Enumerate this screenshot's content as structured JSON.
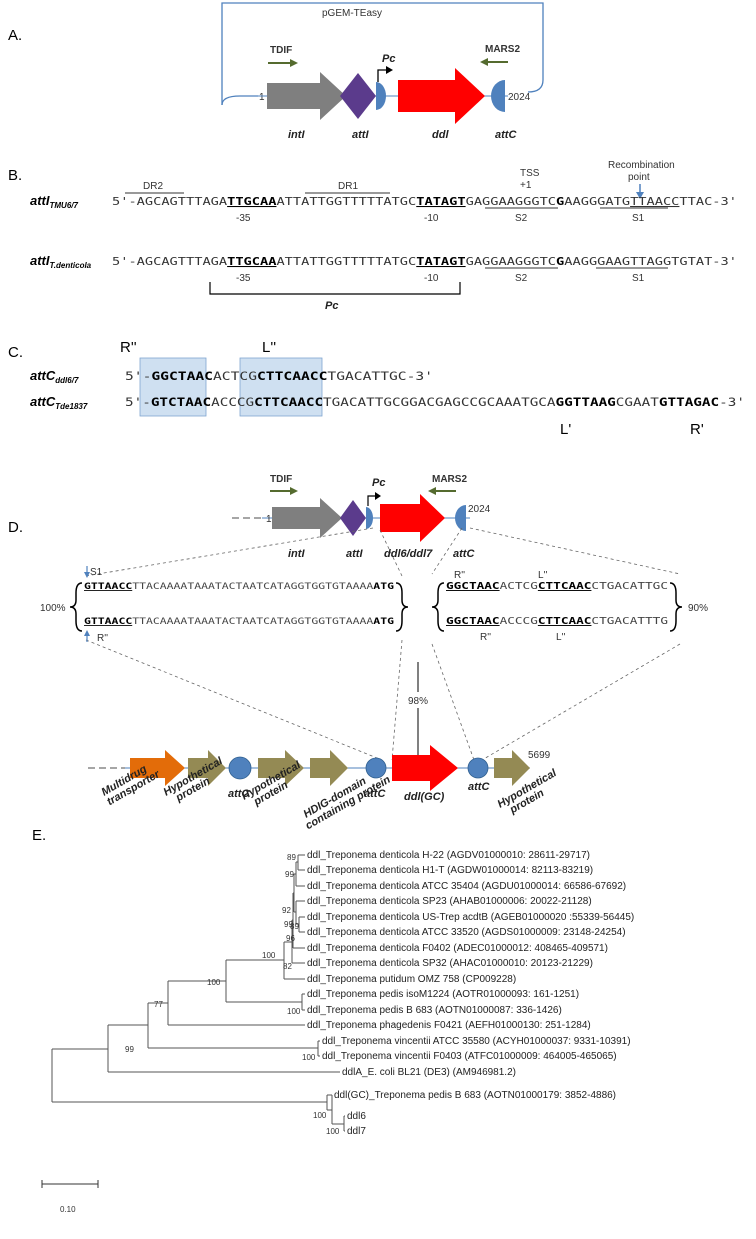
{
  "panels": {
    "a": "A.",
    "b": "B.",
    "c": "C.",
    "d": "D.",
    "e": "E."
  },
  "panel_a": {
    "vector": "pGEM-TEasy",
    "tdif": "TDIF",
    "pc": "Pc",
    "mars2": "MARS2",
    "pos_start": "1",
    "pos_end": "2024",
    "genes": [
      "intI",
      "attI",
      "ddl",
      "attC"
    ]
  },
  "panel_b": {
    "tss": "TSS",
    "plus1": "+1",
    "recomb1": "Recombination",
    "recomb2": "point",
    "dr2": "DR2",
    "dr1": "DR1",
    "seq1_name": "attI",
    "seq1_sub": "TMU6/7",
    "seq1": [
      "5'-AGCAGTTTAGA",
      "TTGCAA",
      "ATTATTGGTTTTTATGC",
      "TATAGT",
      "GAGGAAGGGTC",
      "G",
      "AAGGGATG",
      "TTAACC",
      "TTAC-3'"
    ],
    "seq2_name": "attI",
    "seq2_sub": "T.denticola",
    "seq2": [
      "5'-AGCAGTTTAGA",
      "TTGCAA",
      "ATTATTGGTTTTTATGC",
      "TATAGT",
      "GAGGAAGGGTC",
      "G",
      "AAGGGAAG",
      "TTAGGT",
      "GTAT-3'"
    ],
    "m35": "-35",
    "m10": "-10",
    "s2": "S2",
    "s1": "S1",
    "pc": "Pc"
  },
  "panel_c": {
    "r2": "R''",
    "l2": "L''",
    "seq1_name": "attC",
    "seq1_sub": "ddl6/7",
    "seq1": [
      "5'-",
      "GGCTAAC",
      "ACTCG",
      "CTTCAACC",
      "TGACATTGC-3'"
    ],
    "seq2_name": "attC",
    "seq2_sub": "Tde1837",
    "seq2": [
      "5'-",
      "GTCTAAC",
      "ACCCG",
      "CTTCAACC",
      "TGACATTGCGGACGAGCCGCAAATGCA",
      "GGTTAAG",
      "CGAAT",
      "GTTAGAC",
      "-3'"
    ],
    "l1": "L'",
    "r1": "R'"
  },
  "panel_d": {
    "tdif": "TDIF",
    "pc": "Pc",
    "mars2": "MARS2",
    "pos_start": "1",
    "pos_end": "2024",
    "top_genes": [
      "intI",
      "attI",
      "ddl6/ddl7",
      "attC"
    ],
    "s1": "S1",
    "r2": "R''",
    "l2": "L''",
    "left_seq1": [
      "GTTAACC",
      "TTACAAAATAAATACTAATCATAGGTGGTGTAAAA",
      "ATG"
    ],
    "left_seq2": [
      "GTTAACC",
      "TTACAAAATAAATACTAATCATAGGTGGTGTAAAA",
      "ATG"
    ],
    "right_seq1": [
      "GGCTAAC",
      "ACTCG",
      "CTTCAAC",
      "CTGACATTGC"
    ],
    "right_seq2": [
      "GGCTAAC",
      "ACCCG",
      "CTTCAAC",
      "CTGACATTTG"
    ],
    "pct_left": "100%",
    "pct_mid": "98%",
    "pct_right": "90%",
    "bottom_end": "5699",
    "bottom_labels": [
      "Multidrug transporter",
      "Hypothetical protein",
      "attC",
      "Hypothetical protein",
      "HDIG-domain containing protein",
      "attC",
      "ddl(GC)",
      "attC",
      "Hypothetical protein"
    ]
  },
  "panel_e": {
    "scale": "0.10",
    "taxa": [
      "ddl_Treponema denticola H-22 (AGDV01000010: 28611-29717)",
      "ddl_Treponema denticola H1-T (AGDW01000014: 82113-83219)",
      "ddl_Treponema denticola ATCC 35404 (AGDU01000014: 66586-67692)",
      "ddl_Treponema denticola SP23 (AHAB01000006: 20022-21128)",
      "ddl_Treponema denticola US-Trep acdtB (AGEB01000020 :55339-56445)",
      "ddl_Treponema denticola ATCC 33520 (AGDS01000009: 23148-24254)",
      "ddl_Treponema denticola F0402 (ADEC01000012: 408465-409571)",
      "ddl_Treponema denticola SP32 (AHAC01000010: 20123-21229)",
      "ddl_Treponema putidum OMZ 758 (CP009228)",
      "ddl_Treponema pedis isoM1224 (AOTR01000093: 161-1251)",
      "ddl_Treponema pedis B 683 (AOTN01000087: 336-1426)",
      "ddl_Treponema phagedenis F0421 (AEFH01000130: 251-1284)",
      "ddl_Treponema vincentii ATCC 35580 (ACYH01000037: 9331-10391)",
      "ddl_Treponema vincentii F0403 (ATFC01000009: 464005-465065)",
      "ddlA_E. coli BL21 (DE3) (AM946981.2)",
      "ddl(GC)_Treponema pedis B 683 (AOTN01000179: 3852-4886)",
      "ddl6",
      "ddl7"
    ],
    "bootstraps": [
      "89",
      "99",
      "92",
      "99",
      "89",
      "96",
      "100",
      "82",
      "100",
      "100",
      "77",
      "99",
      "100",
      "100",
      "100"
    ]
  }
}
